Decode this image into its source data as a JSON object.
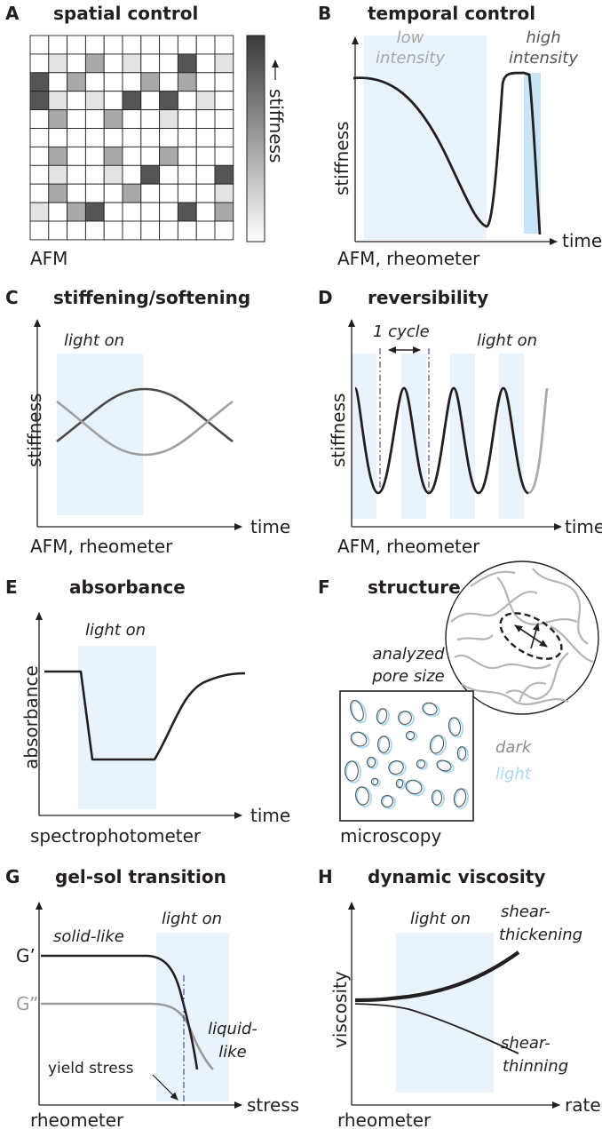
{
  "colors": {
    "shade": "#e8f3fc",
    "shade_strong": "#c9e4f6",
    "dark": "#231f20",
    "gray": "#9a9a9a",
    "light_blue": "#a8d8f0"
  },
  "panels": {
    "A": {
      "letter": "A",
      "title": "spatial control",
      "method": "AFM",
      "legend_label": "stiffness"
    },
    "B": {
      "letter": "B",
      "title": "temporal control",
      "method": "AFM, rheometer",
      "ylabel": "stiffness",
      "xlabel": "time",
      "low1": "low",
      "low2": "intensity",
      "high1": "high",
      "high2": "intensity"
    },
    "C": {
      "letter": "C",
      "title": "stiffening/softening",
      "method": "AFM, rheometer",
      "ylabel": "stiffness",
      "xlabel": "time",
      "note": "light on"
    },
    "D": {
      "letter": "D",
      "title": "reversibility",
      "method": "AFM, rheometer",
      "ylabel": "stiffness",
      "xlabel": "time",
      "note": "light on",
      "cycle": "1 cycle"
    },
    "E": {
      "letter": "E",
      "title": "absorbance",
      "method": "spectrophotometer",
      "ylabel": "absorbance",
      "xlabel": "time",
      "note": "light on"
    },
    "F": {
      "letter": "F",
      "title": "structure",
      "method": "microscopy",
      "pore1": "analyzed",
      "pore2": "pore size",
      "dark": "dark",
      "light": "light"
    },
    "G": {
      "letter": "G",
      "title": "gel-sol transition",
      "method": "rheometer",
      "xlabel": "stress",
      "note": "light on",
      "gprime": "G’",
      "gdouble": "G”",
      "solid": "solid-like",
      "liquid1": "liquid-",
      "liquid2": "like",
      "yield": "yield stress"
    },
    "H": {
      "letter": "H",
      "title": "dynamic viscosity",
      "method": "rheometer",
      "ylabel": "viscosity",
      "xlabel": "rate",
      "note": "light on",
      "thick1": "shear-",
      "thick2": "thickening",
      "thin1": "shear-",
      "thin2": "thinning"
    }
  }
}
